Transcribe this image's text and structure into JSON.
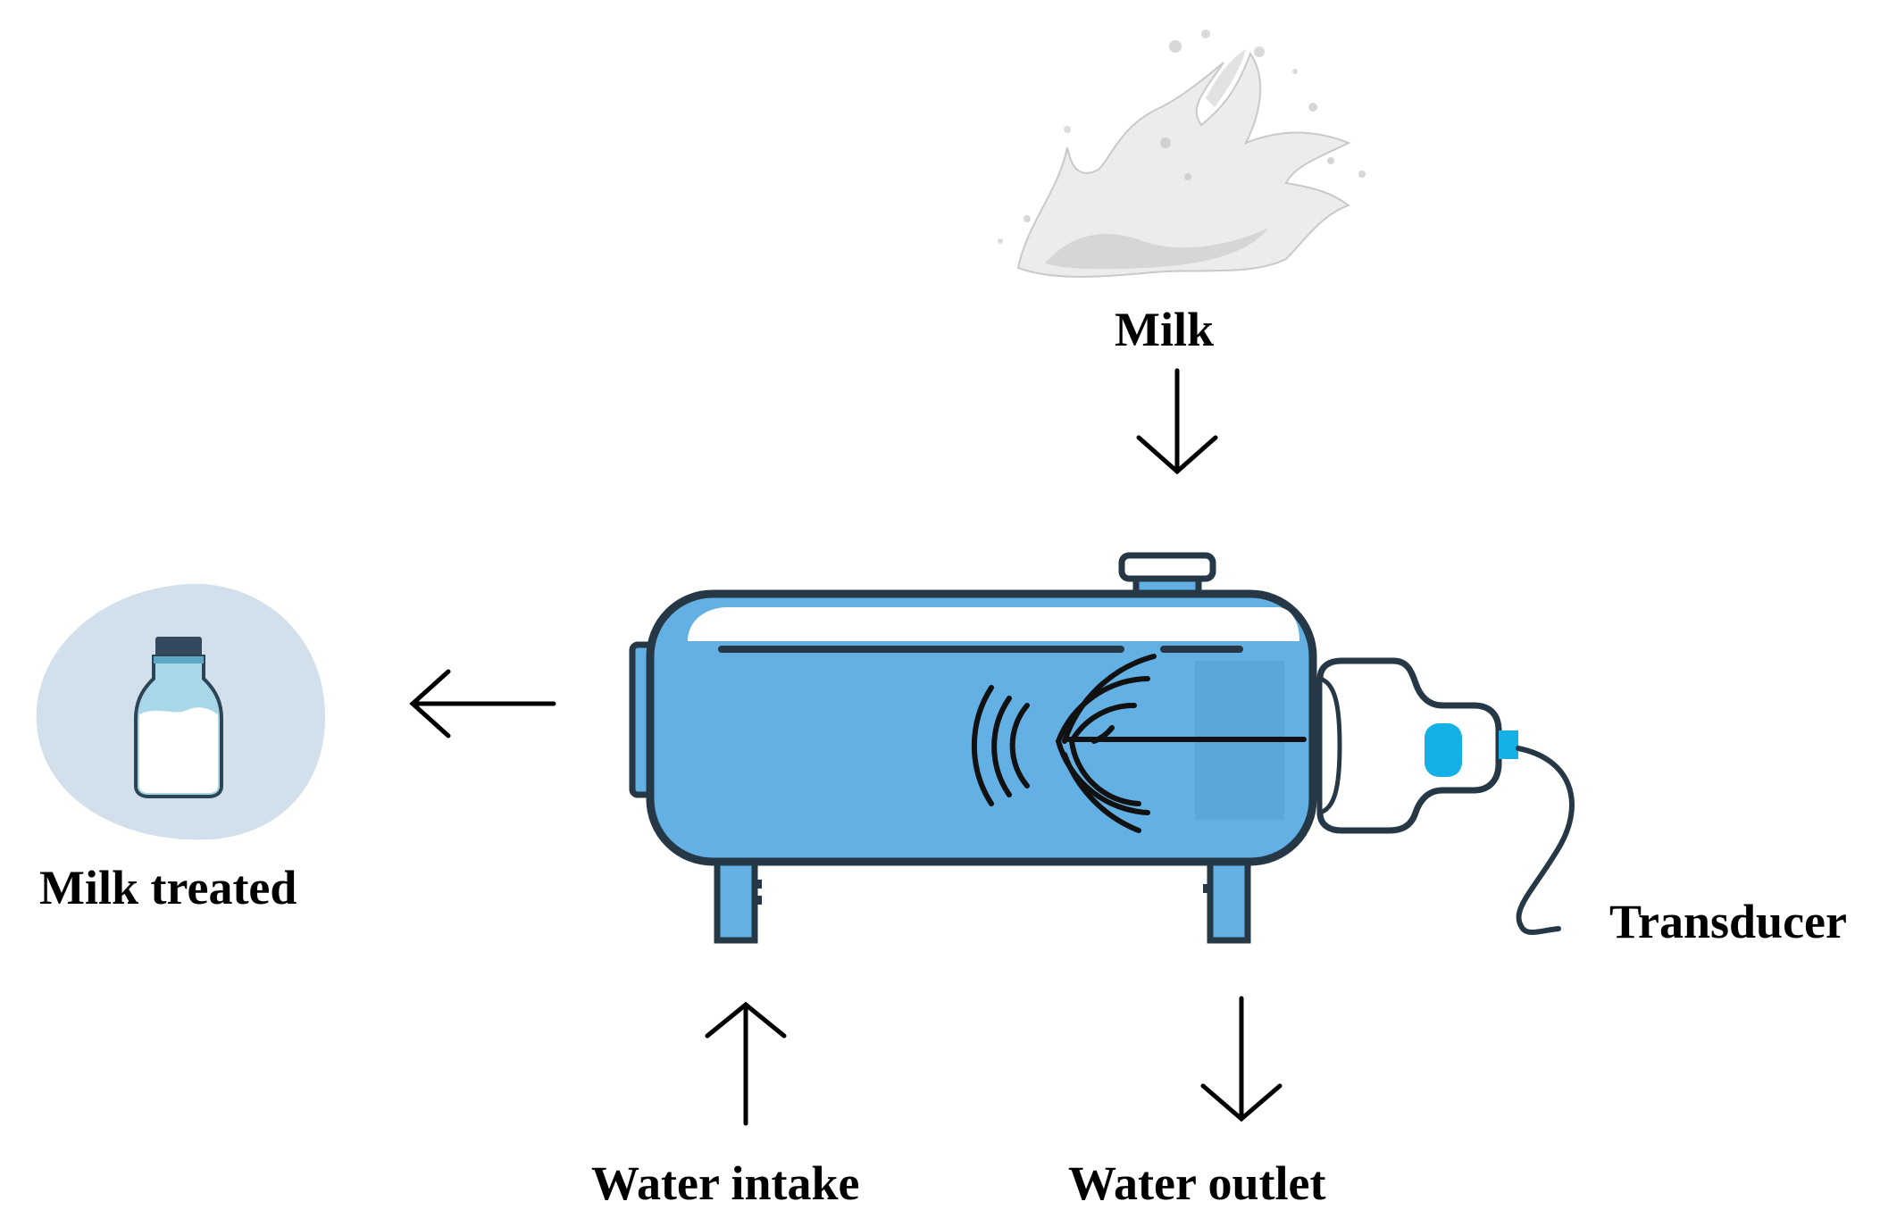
{
  "labels": {
    "milk": "Milk",
    "milk_treated": "Milk treated",
    "transducer": "Transducer",
    "water_intake": "Water intake",
    "water_outlet": "Water outlet"
  },
  "colors": {
    "tank_fill": "#63b0e4",
    "tank_outline": "#263746",
    "transducer_tip": "#14b0e6",
    "bottle_background": "#d1e0ea",
    "milk_bottle_cap": "#34495e",
    "arrow": "#000000"
  },
  "icons": {
    "milk_splash": "milk-splash-icon",
    "bottle": "milk-bottle-icon",
    "tank": "tank-icon",
    "ultrasound_waves": "sound-waves-icon",
    "transducer": "transducer-probe-icon"
  }
}
